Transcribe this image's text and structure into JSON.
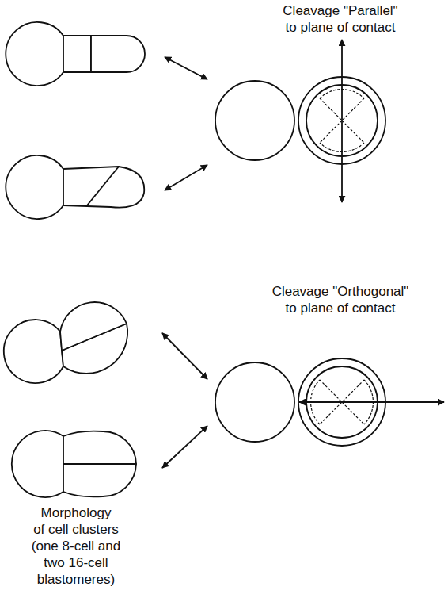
{
  "diagram": {
    "labels": [
      "Cleavage \"Parallel\" to plane of contact",
      "Cleavage \"Orthogonal\" to plane of contact",
      "Morphology of cell clusters (one 8-cell and two 16-cell blastomeres)"
    ]
  }
}
